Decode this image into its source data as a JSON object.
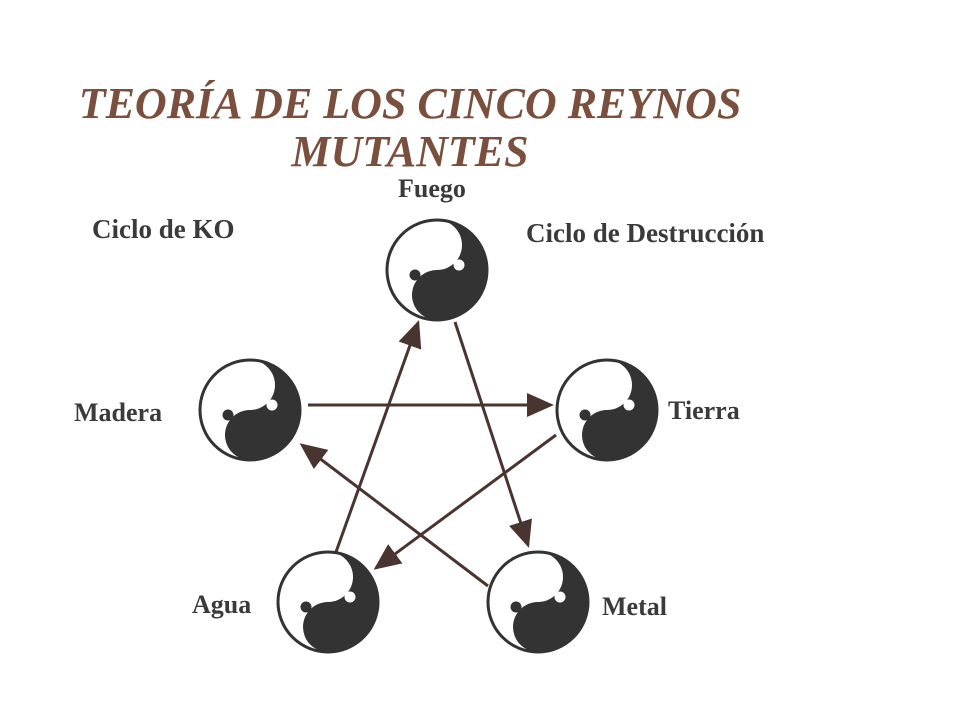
{
  "title": {
    "line1": "TEORÍA DE LOS CINCO REYNOS",
    "line2": "MUTANTES"
  },
  "cycles": {
    "ko": "Ciclo de KO",
    "destruction": "Ciclo de Destrucción"
  },
  "elements": {
    "fuego": "Fuego",
    "tierra": "Tierra",
    "metal": "Metal",
    "agua": "Agua",
    "madera": "Madera"
  },
  "colors": {
    "title": "#7a4f3d",
    "arrow": "#4a3430",
    "yin": "#333333",
    "label": "#3a3a3a"
  }
}
